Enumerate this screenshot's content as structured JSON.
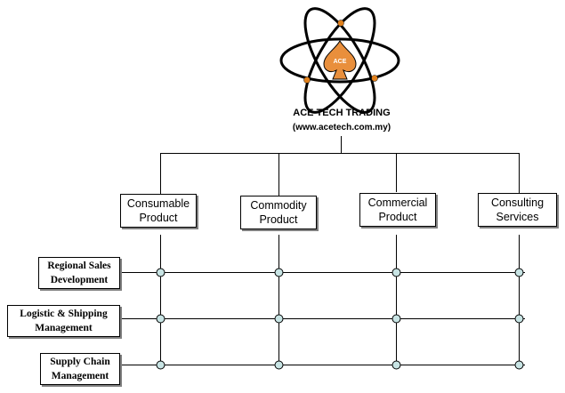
{
  "company": {
    "name": "ACE TECH TRADING",
    "url": "(www.acetech.com.my)",
    "logo_text": "ACE",
    "logo_colors": {
      "orbit": "#000000",
      "spade": "#e98f3c",
      "electron": "#e0801c"
    }
  },
  "products": [
    {
      "line1": "Consumable",
      "line2": "Product"
    },
    {
      "line1": "Commodity",
      "line2": "Product"
    },
    {
      "line1": "Commercial",
      "line2": "Product"
    },
    {
      "line1": "Consulting",
      "line2": "Services"
    }
  ],
  "functions": [
    {
      "line1": "Regional Sales",
      "line2": "Development"
    },
    {
      "line1": "Logistic & Shipping",
      "line2": "Management"
    },
    {
      "line1": "Supply Chain",
      "line2": "Management"
    }
  ],
  "colors": {
    "node_fill": "#c8e4e4",
    "line": "#000000",
    "box_shadow": "#808080"
  }
}
